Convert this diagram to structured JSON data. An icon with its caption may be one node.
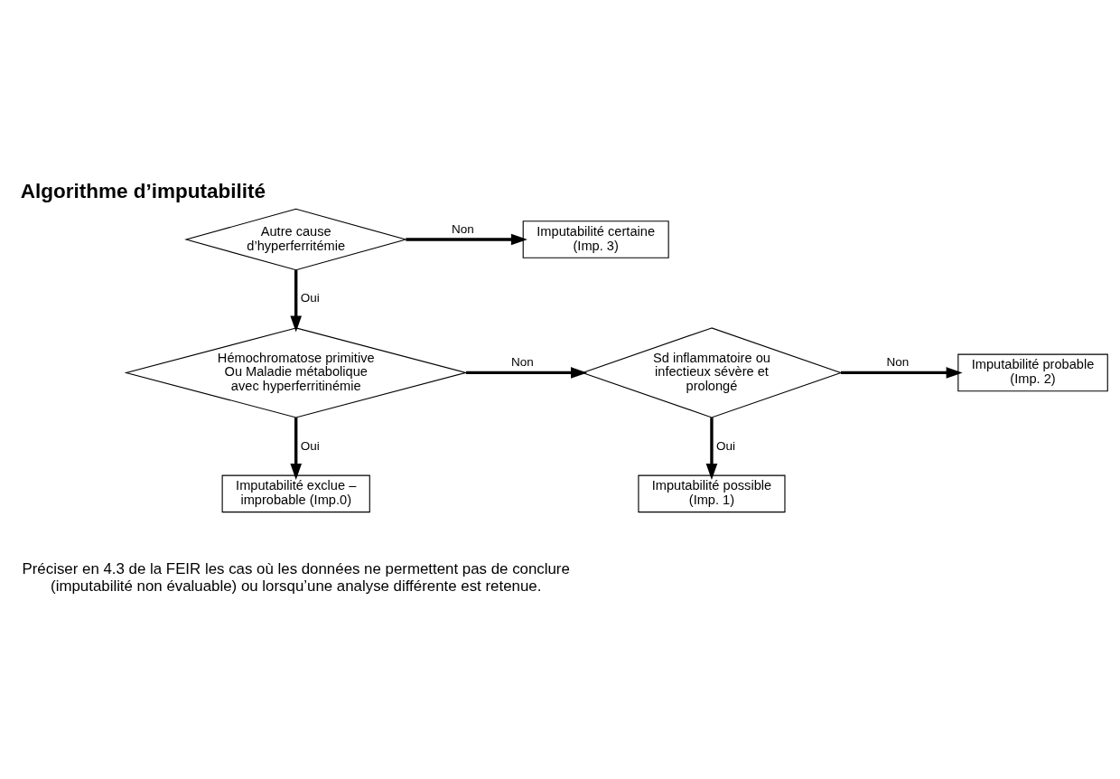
{
  "diagram": {
    "title": "Algorithme d’imputabilité",
    "caption": "Préciser en 4.3 de la FEIR les cas où les données ne permettent pas de conclure (imputabilité non évaluable) ou lorsqu’une analyse différente est retenue.",
    "nodes": [
      {
        "text": [
          "Autre cause d’hyperferritémie"
        ]
      },
      {
        "text": [
          "Imputabilité certaine (Imp. 3)"
        ]
      },
      {
        "text": [
          "Hémochromatose primitive Ou Maladie métabolique avec hyperferritinémie"
        ]
      },
      {
        "text": [
          "Sd inflammatoire ou infectieux sévère et prolongé"
        ]
      },
      {
        "text": [
          "Imputabilité probable (Imp. 2)"
        ]
      },
      {
        "text": [
          "Imputabilité exclue – improbable (Imp.0)"
        ]
      },
      {
        "text": [
          "Imputabilité possible (Imp. 1)"
        ]
      }
    ],
    "edges": [
      {
        "from": 0,
        "to": 1,
        "arrow": "to",
        "label": "Non"
      },
      {
        "from": 0,
        "to": 2,
        "arrow": "to",
        "label": "Oui"
      },
      {
        "from": 2,
        "to": 3,
        "arrow": "to",
        "label": "Non"
      },
      {
        "from": 3,
        "to": 4,
        "arrow": "to",
        "label": "Non"
      },
      {
        "from": 2,
        "to": 5,
        "arrow": "to",
        "label": "Oui"
      },
      {
        "from": 3,
        "to": 6,
        "arrow": "to",
        "label": "Oui"
      }
    ]
  }
}
